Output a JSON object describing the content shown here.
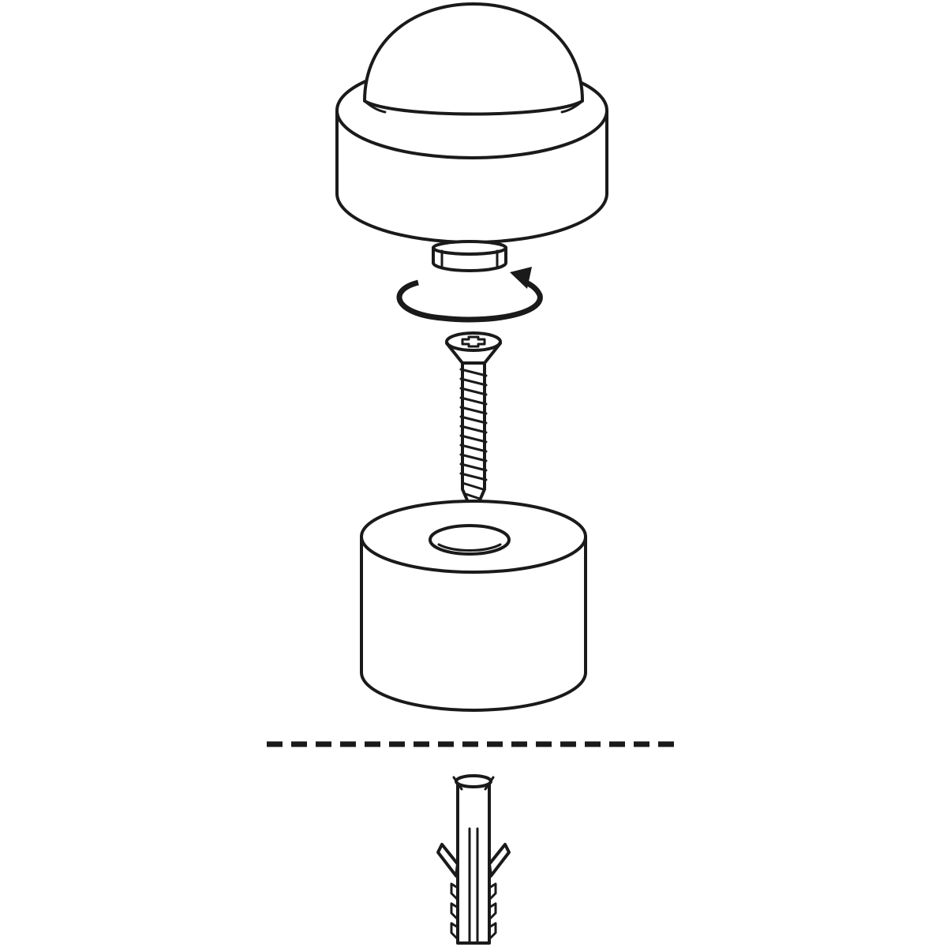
{
  "diagram": {
    "subject": "",
    "colors": {
      "line": "#1a1a1a",
      "background": "#ffffff"
    },
    "parts": [
      {
        "id": "cap",
        "icon": "dome-cap-icon"
      },
      {
        "id": "stud",
        "icon": "threaded-stud-icon"
      },
      {
        "id": "rotation",
        "icon": "rotate-arrow-icon"
      },
      {
        "id": "screw",
        "icon": "screw-icon"
      },
      {
        "id": "spacer",
        "icon": "spacer-cylinder-icon"
      },
      {
        "id": "wall",
        "icon": "dashed-wall-line"
      },
      {
        "id": "plug",
        "icon": "wall-plug-icon"
      }
    ]
  }
}
